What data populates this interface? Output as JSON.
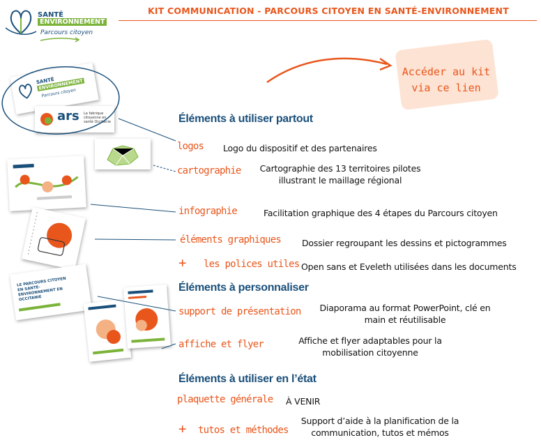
{
  "logo": {
    "line1": "SANTÉ",
    "line2": "ENVIRONNEMENT",
    "line3": "Parcours citoyen"
  },
  "header": {
    "title": "KIT COMMUNICATION - PARCOURS CITOYEN EN SANTÉ-ENVIRONNEMENT"
  },
  "kit_link": {
    "line1": "Accéder au kit",
    "line2": "via ce lien"
  },
  "sections": {
    "everywhere": "Éléments à utiliser partout",
    "customize": "Éléments à personnaliser",
    "as_is": "Éléments à utiliser en l’état"
  },
  "items": {
    "logos": {
      "label": "logos",
      "desc": "Logo du dispositif et des partenaires"
    },
    "cartographie": {
      "label": "cartographie",
      "desc1": "Cartographie des 13 territoires pilotes",
      "desc2": "illustrant le maillage régional"
    },
    "infographie": {
      "label": "infographie",
      "desc": "Facilitation graphique des 4 étapes du Parcours citoyen"
    },
    "elements_graphiques": {
      "label": "éléments graphiques",
      "desc": "Dossier regroupant les dessins et pictogrammes"
    },
    "polices": {
      "plus": "+",
      "label": "les polices utiles",
      "desc": "Open sans et Eveleth utilisées dans les documents"
    },
    "support": {
      "label": "support de présentation",
      "desc1": "Diaporama au format PowerPoint, clé en",
      "desc2": "main et réutilisable"
    },
    "affiche": {
      "label": "affiche et flyer",
      "desc1": "Affiche et flyer adaptables pour la",
      "desc2": "mobilisation citoyenne"
    },
    "plaquette": {
      "label": "plaquette générale",
      "desc": "À VENIR"
    },
    "tutos": {
      "plus": "+",
      "label": "tutos et méthodes",
      "desc1": "Support d’aide à la planification de la",
      "desc2": "communication, tutos et mémos"
    }
  },
  "thumbs": {
    "logo_card": {
      "line1": "SANTÉ",
      "line2": "ENVIRONNEMENT",
      "line3": "Parcours citoyen",
      "ars": "ars",
      "fabrique": "La fabrique citoyenne en santé Occitanie"
    },
    "presentation": {
      "title": "LE PARCOURS CITOYEN EN SANTÉ-ENVIRONNEMENT EN OCCITANIE"
    }
  },
  "colors": {
    "orange": "#e8561c",
    "navy": "#1a4f7a",
    "green": "#7bb33a",
    "peach": "#fde3d4"
  }
}
